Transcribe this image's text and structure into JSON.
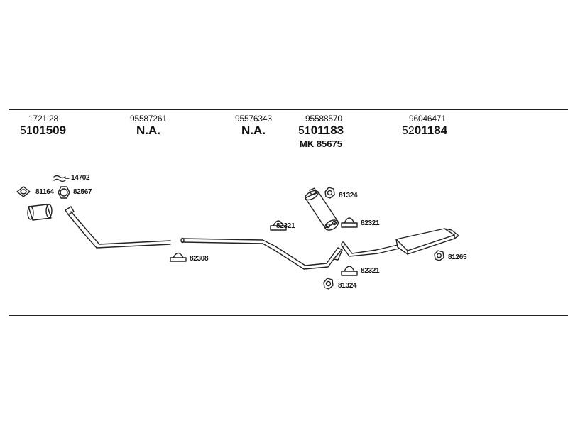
{
  "columns": [
    {
      "ref": "1721 28",
      "prefix": "51",
      "number": "01509"
    },
    {
      "ref": "95587261",
      "prefix": "",
      "number": "N.A."
    },
    {
      "ref": "95576343",
      "prefix": "",
      "number": "N.A."
    },
    {
      "ref": "95588570",
      "prefix": "51",
      "number": "01183",
      "mk": "MK  85675"
    },
    {
      "ref": "96046471",
      "prefix": "52",
      "number": "01184"
    }
  ],
  "parts": {
    "p14702": "14702",
    "p81164": "81164",
    "p82567": "82567",
    "p82308": "82308",
    "p81324_top": "81324",
    "p82321_left": "82321",
    "p82321_right": "82321",
    "p82321_lower": "82321",
    "p81324_lower": "81324",
    "p81265": "81265"
  },
  "colors": {
    "line": "#222222",
    "background": "#ffffff"
  }
}
